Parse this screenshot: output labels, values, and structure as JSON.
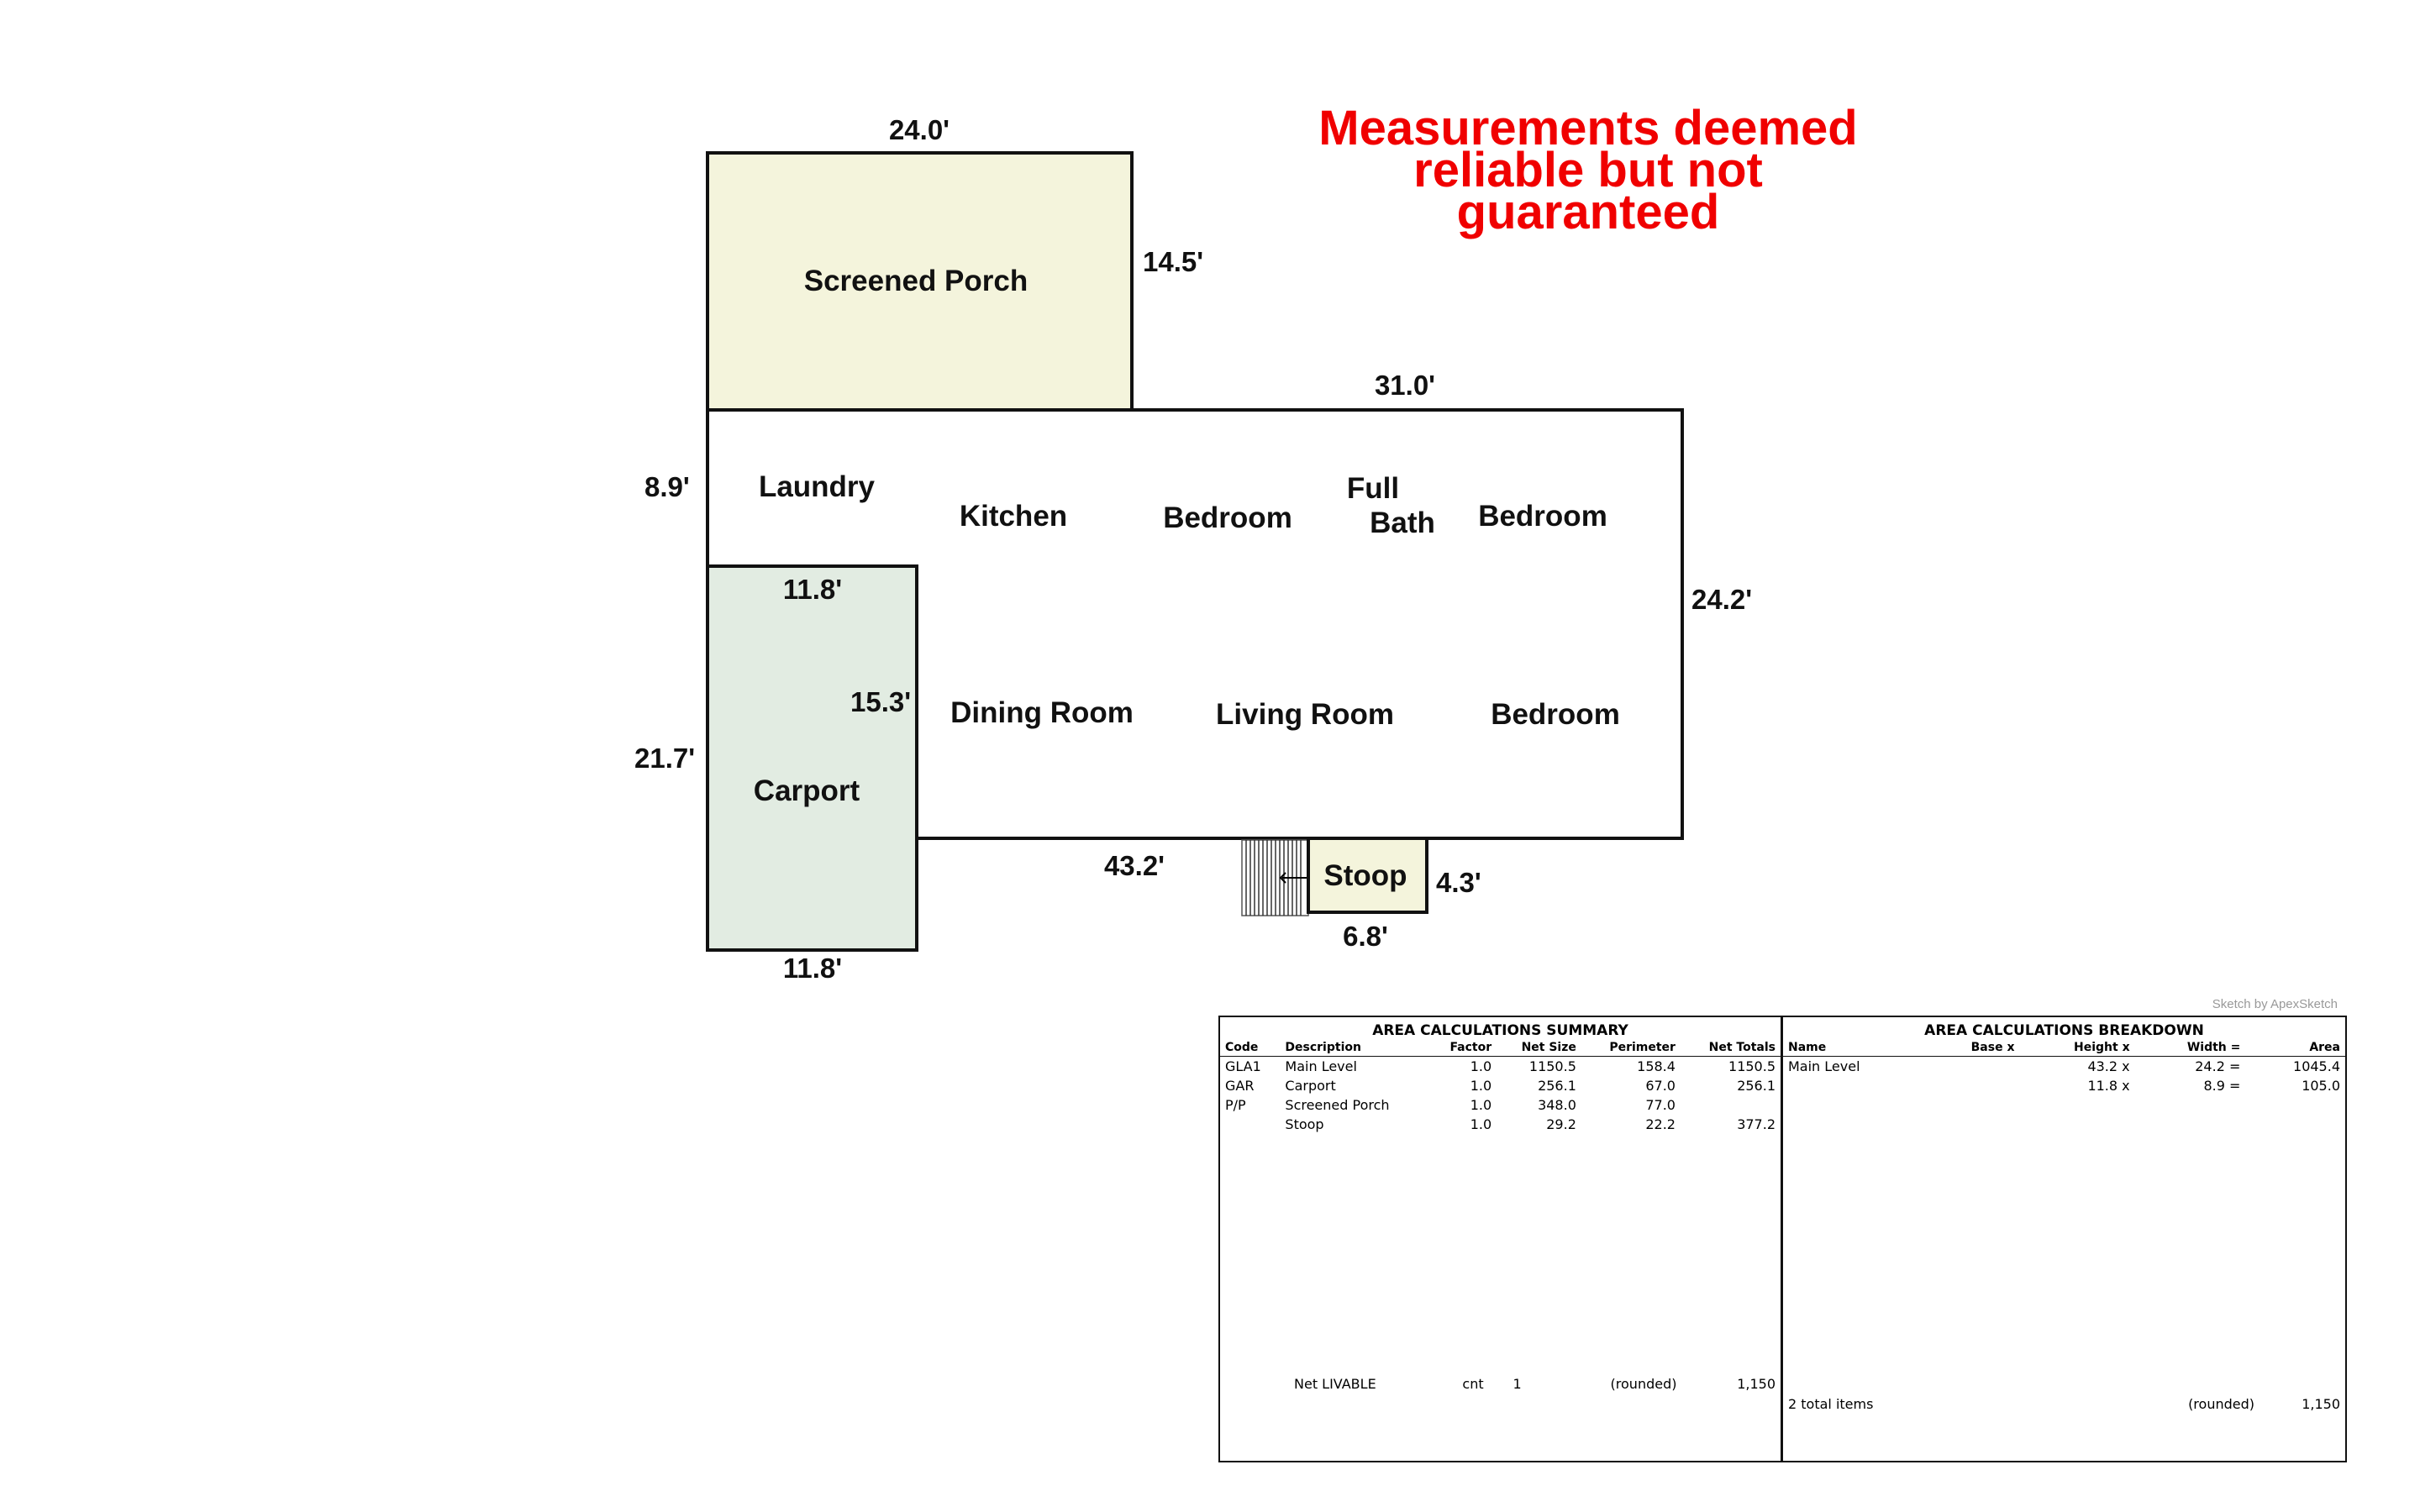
{
  "disclaimer": {
    "line1": "Measurements deemed",
    "line2": "reliable but not",
    "line3": "guaranteed"
  },
  "rooms": {
    "screened_porch": "Screened Porch",
    "laundry": "Laundry",
    "kitchen": "Kitchen",
    "bedroom_1": "Bedroom",
    "full_bath_1": "Full",
    "full_bath_2": "Bath",
    "bedroom_2": "Bedroom",
    "dining_room": "Dining Room",
    "living_room": "Living Room",
    "bedroom_3": "Bedroom",
    "carport": "Carport",
    "stoop": "Stoop"
  },
  "dimensions": {
    "porch_top": "24.0'",
    "porch_right": "14.5'",
    "main_top": "31.0'",
    "main_left": "8.9'",
    "carport_top": "11.8'",
    "main_right": "24.2'",
    "carport_inner": "15.3'",
    "carport_left": "21.7'",
    "main_bottom": "43.2'",
    "stoop_right": "4.3'",
    "stoop_bottom": "6.8'",
    "carport_bottom": "11.8'"
  },
  "colors": {
    "porch_fill": "#f4f4dc",
    "carport_fill": "#e2ece2",
    "stoop_fill": "#f4f4dc",
    "disclaimer": "#f00000"
  },
  "credit": "Sketch by ApexSketch",
  "summary": {
    "title": "AREA CALCULATIONS SUMMARY",
    "headers": [
      "Code",
      "Description",
      "Factor",
      "Net Size",
      "Perimeter",
      "Net Totals"
    ],
    "rows": [
      [
        "GLA1",
        "Main Level",
        "1.0",
        "1150.5",
        "158.4",
        "1150.5"
      ],
      [
        "GAR",
        "Carport",
        "1.0",
        "256.1",
        "67.0",
        "256.1"
      ],
      [
        "P/P",
        "Screened Porch",
        "1.0",
        "348.0",
        "77.0",
        ""
      ],
      [
        "",
        "Stoop",
        "1.0",
        "29.2",
        "22.2",
        "377.2"
      ]
    ],
    "footer": [
      "",
      "Net LIVABLE",
      "cnt",
      "1",
      "(rounded)",
      "1,150"
    ]
  },
  "breakdown": {
    "title": "AREA CALCULATIONS BREAKDOWN",
    "headers": [
      "Name",
      "Base x",
      "Height x",
      "Width =",
      "Area"
    ],
    "rows": [
      [
        "Main Level",
        "",
        "43.2 x",
        "24.2 =",
        "1045.4"
      ],
      [
        "",
        "",
        "11.8 x",
        "8.9 =",
        "105.0"
      ]
    ],
    "footer": [
      "2 total items",
      "",
      "",
      "(rounded)",
      "1,150"
    ]
  }
}
